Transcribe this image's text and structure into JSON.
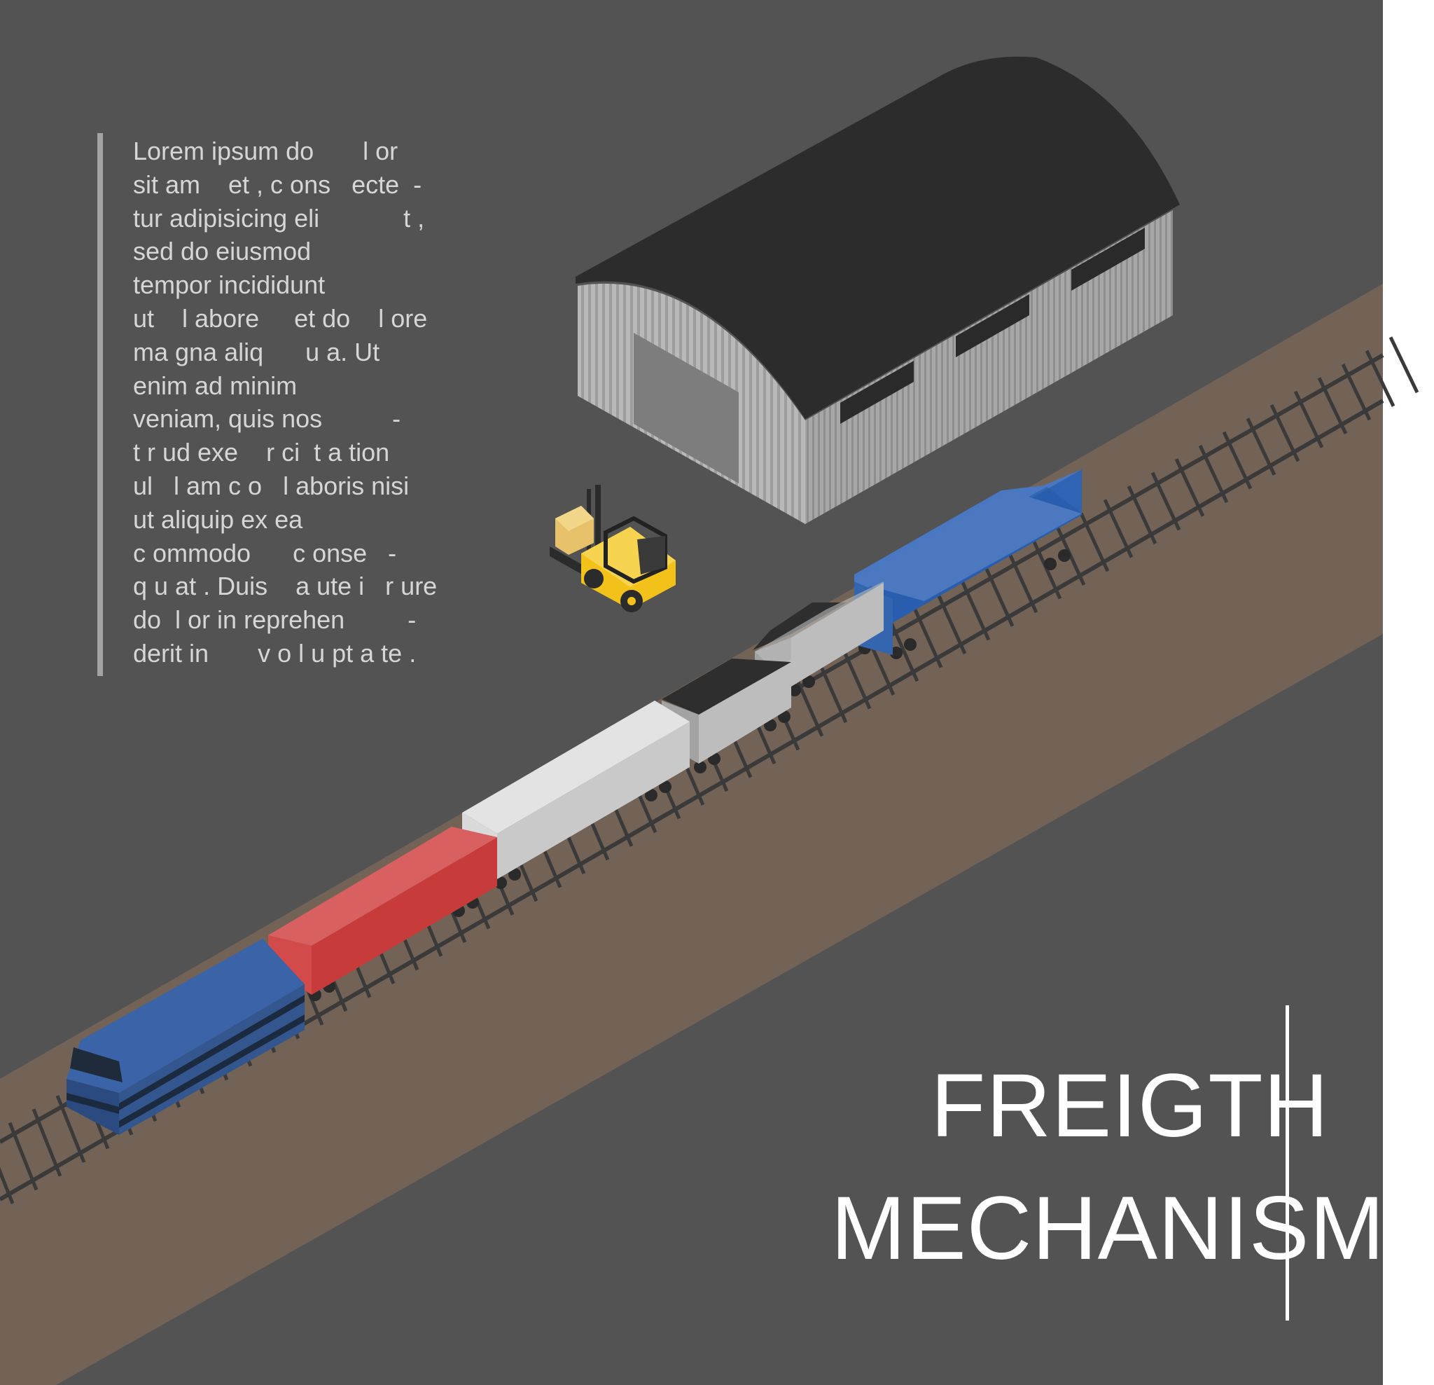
{
  "colors": {
    "background": "#535353",
    "ground_strip": "#736356",
    "rail": "#3a3a3a",
    "warehouse_roof": "#2c2c2c",
    "warehouse_wall": "#a8a8a8",
    "locomotive": "#34568f",
    "container_red": "#c83b3b",
    "container_white": "#d9d9d9",
    "hopper": "#bdbdbd",
    "container_blue": "#2f63b3",
    "forklift": "#f2c21b",
    "text_body": "#d6d6d6",
    "title": "#ffffff"
  },
  "body_text": {
    "lines": [
      "Lorem ipsum do       l or",
      "sit am    et , c ons   ecte  -",
      "tur adipisicing eli            t ,",
      "sed do eiusmod",
      "tempor incididunt",
      "ut    l abore     et do    l ore",
      "ma gna aliq      u a. Ut",
      "enim ad minim",
      "veniam, quis nos          -",
      "t r ud exe    r ci  t a tion",
      "ul   l am c o   l aboris nisi",
      "ut aliquip ex ea",
      "c ommodo      c onse   -",
      "q u at . Duis    a ute i   r ure",
      "do  l or in reprehen         -",
      "derit in       v o l u pt a te ."
    ]
  },
  "title": {
    "line1": "FREIGTH",
    "line2": "MECHANISM"
  }
}
